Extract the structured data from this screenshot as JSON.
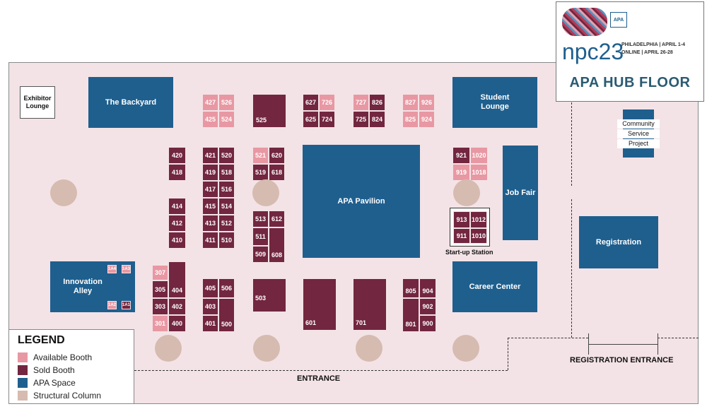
{
  "logo": {
    "event": "npc23",
    "line1": "PHILADELPHIA | APRIL 1-4",
    "line2": "ONLINE | APRIL 26-28",
    "apa_mark": "APA",
    "title": "APA HUB FLOOR"
  },
  "areas": {
    "exhibitor_lounge": "Exhibitor Lounge",
    "backyard": "The Backyard",
    "student_lounge": "Student Lounge",
    "apa_pavilion": "APA Pavilion",
    "job_fair": "Job Fair",
    "innovation_alley": "Innovation Alley",
    "career_center": "Career Center",
    "registration": "Registration",
    "community_service": [
      "Community",
      "Service",
      "Project"
    ],
    "startup_station": "Start-up Station"
  },
  "booths": {
    "b427": "427",
    "b526": "526",
    "b425": "425",
    "b524": "524",
    "b525": "525",
    "b627": "627",
    "b726": "726",
    "b625": "625",
    "b724": "724",
    "b727": "727",
    "b826": "826",
    "b725": "725",
    "b824": "824",
    "b827": "827",
    "b926": "926",
    "b825": "825",
    "b924": "924",
    "b420": "420",
    "b418": "418",
    "b421": "421",
    "b520": "520",
    "b419": "419",
    "b518": "518",
    "b417": "417",
    "b516": "516",
    "b415": "415",
    "b514": "514",
    "b413": "413",
    "b512": "512",
    "b411": "411",
    "b510": "510",
    "b521": "521",
    "b620": "620",
    "b519": "519",
    "b618": "618",
    "b414": "414",
    "b412": "412",
    "b410": "410",
    "b513": "513",
    "b612": "612",
    "b511": "511",
    "b509": "509",
    "b608": "608",
    "b921": "921",
    "b1020": "1020",
    "b919": "919",
    "b1018": "1018",
    "b913": "913",
    "b1012": "1012",
    "b911": "911",
    "b1010": "1010",
    "b307": "307",
    "b305": "305",
    "b404": "404",
    "b303": "303",
    "b402": "402",
    "b301": "301",
    "b400": "400",
    "b405": "405",
    "b506": "506",
    "b403": "403",
    "b401": "401",
    "b500": "500",
    "b503": "503",
    "b601": "601",
    "b701": "701",
    "b805": "805",
    "b904": "904",
    "b902": "902",
    "b801": "801",
    "b900": "900",
    "b1a4": "1A4",
    "b1a3": "1A3",
    "b1a2": "1A2",
    "b1a1": "1A1"
  },
  "entrances": {
    "main": "ENTRANCE",
    "registration": "REGISTRATION ENTRANCE"
  },
  "legend": {
    "title": "LEGEND",
    "items": [
      {
        "label": "Available Booth",
        "color": "#e898a3"
      },
      {
        "label": "Sold Booth",
        "color": "#72263f"
      },
      {
        "label": "APA Space",
        "color": "#1f5f8e"
      },
      {
        "label": "Structural Column",
        "color": "#d6bbb0"
      }
    ]
  },
  "colors": {
    "floor": "#f3e3e6",
    "apa_space": "#1f5f8e",
    "sold": "#72263f",
    "available": "#e898a3",
    "column": "#d6bbb0",
    "title": "#2a5b73"
  }
}
